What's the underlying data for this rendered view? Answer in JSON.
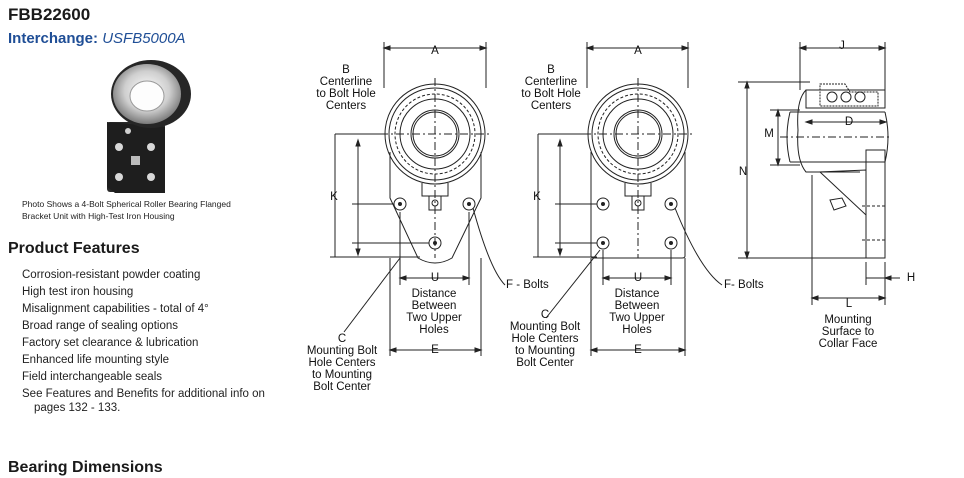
{
  "product": {
    "model": "FBB22600",
    "interchange_label": "Interchange:",
    "interchange_value": "USFB5000A"
  },
  "photo_caption": "Photo Shows a 4-Bolt Spherical Roller Bearing Flanged Bracket Unit with High-Test Iron Housing",
  "features": {
    "heading": "Product Features",
    "items": [
      "Corrosion-resistant powder coating",
      "High test iron housing",
      "Misalignment capabilities - total of 4°",
      "Broad range of sealing options",
      "Factory set clearance & lubrication",
      "Enhanced life mounting style",
      "Field interchangeable seals",
      "See Features and Benefits for additional info on pages 132 - 133."
    ]
  },
  "dimensions_heading": "Bearing Dimensions",
  "diagram1": {
    "A": "A",
    "B": "B\nCenterline\nto Bolt Hole\nCenters",
    "K": "K",
    "U": "U",
    "U_desc": "Distance\nBetween\nTwo Upper\nHoles",
    "E": "E",
    "F": "F - Bolts",
    "C": "C\nMounting Bolt\nHole Centers\nto Mounting\nBolt Center"
  },
  "diagram2": {
    "A": "A",
    "B": "B\nCenterline\nto Bolt Hole\nCenters",
    "K": "K",
    "U": "U",
    "U_desc": "Distance\nBetween\nTwo Upper\nHoles",
    "E": "E",
    "F": "F- Bolts",
    "C": "C\nMounting Bolt\nHole Centers\nto Mounting\nBolt Center"
  },
  "diagram3": {
    "J": "J",
    "M": "M",
    "D": "D",
    "N": "N",
    "H": "H",
    "L": "L",
    "mount_desc": "Mounting\nSurface to\nCollar Face"
  }
}
